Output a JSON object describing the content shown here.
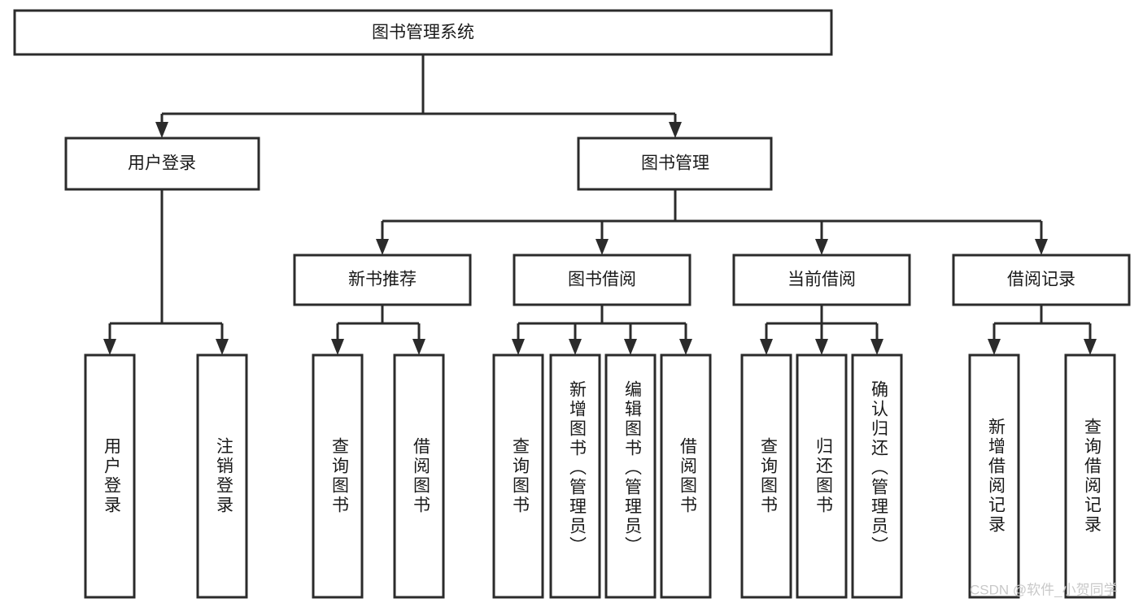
{
  "diagram": {
    "type": "tree-hierarchy-chart",
    "title": "图书管理系统",
    "root": {
      "id": "root",
      "label": "图书管理系统",
      "orientation": "horizontal"
    },
    "level2": [
      {
        "id": "user-login",
        "label": "用户登录",
        "orientation": "horizontal"
      },
      {
        "id": "book-management",
        "label": "图书管理",
        "orientation": "horizontal"
      }
    ],
    "level3": [
      {
        "id": "new-book-recommend",
        "label": "新书推荐",
        "orientation": "horizontal",
        "parent": "book-management"
      },
      {
        "id": "book-borrow",
        "label": "图书借阅",
        "orientation": "horizontal",
        "parent": "book-management"
      },
      {
        "id": "current-borrow",
        "label": "当前借阅",
        "orientation": "horizontal",
        "parent": "book-management"
      },
      {
        "id": "borrow-record",
        "label": "借阅记录",
        "orientation": "horizontal",
        "parent": "book-management"
      }
    ],
    "leaves": [
      {
        "id": "leaf-user-login",
        "label": "用户登录",
        "orientation": "vertical",
        "parent": "user-login"
      },
      {
        "id": "leaf-logout-login",
        "label": "注销登录",
        "orientation": "vertical",
        "parent": "user-login"
      },
      {
        "id": "leaf-query-book-1",
        "label": "查询图书",
        "orientation": "vertical",
        "parent": "new-book-recommend"
      },
      {
        "id": "leaf-borrow-book-1",
        "label": "借阅图书",
        "orientation": "vertical",
        "parent": "new-book-recommend"
      },
      {
        "id": "leaf-query-book-2",
        "label": "查询图书",
        "orientation": "vertical",
        "parent": "book-borrow"
      },
      {
        "id": "leaf-add-book",
        "label": "新增图书（管理员）",
        "orientation": "vertical",
        "parent": "book-borrow"
      },
      {
        "id": "leaf-edit-book",
        "label": "编辑图书（管理员）",
        "orientation": "vertical",
        "parent": "book-borrow"
      },
      {
        "id": "leaf-borrow-book-2",
        "label": "借阅图书",
        "orientation": "vertical",
        "parent": "book-borrow"
      },
      {
        "id": "leaf-query-book-3",
        "label": "查询图书",
        "orientation": "vertical",
        "parent": "current-borrow"
      },
      {
        "id": "leaf-return-book",
        "label": "归还图书",
        "orientation": "vertical",
        "parent": "current-borrow"
      },
      {
        "id": "leaf-confirm-return",
        "label": "确认归还（管理员）",
        "orientation": "vertical",
        "parent": "current-borrow"
      },
      {
        "id": "leaf-add-record",
        "label": "新增借阅记录",
        "orientation": "vertical",
        "parent": "borrow-record"
      },
      {
        "id": "leaf-query-record",
        "label": "查询借阅记录",
        "orientation": "vertical",
        "parent": "borrow-record"
      }
    ],
    "colors": {
      "box_stroke": "#2b2b2b",
      "box_fill": "#ffffff",
      "connector": "#2b2b2b",
      "label": "#1a1a1a",
      "background": "#ffffff",
      "watermark": "#c9c9c9"
    }
  },
  "watermark": {
    "text": "CSDN @软件_小贺同学"
  }
}
